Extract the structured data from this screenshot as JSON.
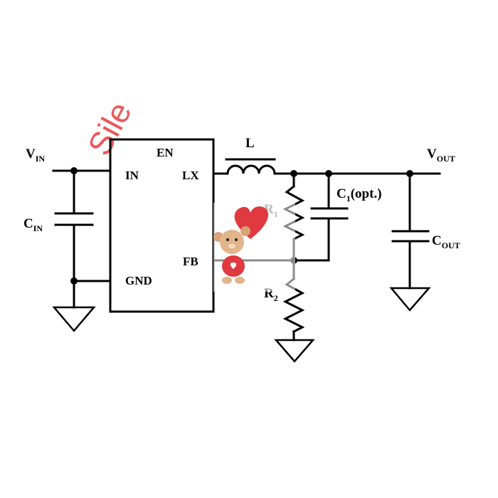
{
  "diagram": {
    "labels": {
      "vin_main": "V",
      "vin_sub": "IN",
      "cin_main": "C",
      "cin_sub": "IN",
      "inductor": "L",
      "vout_main": "V",
      "vout_sub": "OUT",
      "c1_main": "C",
      "c1_sub": "1",
      "c1_suffix": "(opt.)",
      "cout_main": "C",
      "cout_sub": "OUT",
      "r1_main": "R",
      "r1_sub": "1",
      "r2_main": "R",
      "r2_sub": "2"
    },
    "chip_pins": {
      "en": "EN",
      "in": "IN",
      "lx": "LX",
      "fb": "FB",
      "gnd": "GND"
    },
    "watermark_text": "Sile"
  },
  "colors": {
    "wire": "#000000",
    "watermark": "#e8474b",
    "sticker_heart": "#e0393f",
    "sticker_bear": "#d9a37a"
  }
}
